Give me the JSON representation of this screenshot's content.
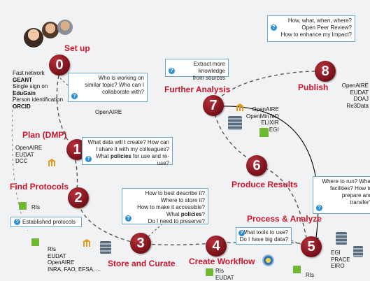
{
  "stages": {
    "s0": {
      "num": "0",
      "title": "Set up"
    },
    "s1": {
      "num": "1",
      "title": "Plan (DMP)"
    },
    "s2": {
      "num": "2",
      "title": "Find Protocols"
    },
    "s3": {
      "num": "3",
      "title": "Store and Curate"
    },
    "s4": {
      "num": "4",
      "title": "Create Workflow"
    },
    "s5": {
      "num": "5",
      "title": "Process & Analyze"
    },
    "s6": {
      "num": "6",
      "title": "Produce Results"
    },
    "s7": {
      "num": "7",
      "title": "Further Analysis"
    },
    "s8": {
      "num": "8",
      "title": "Publish"
    }
  },
  "setup_services": {
    "l1": "Fast network",
    "l2": "GEANT",
    "l3": "Single sign on",
    "l4": "EduGain",
    "l5": "Person identification",
    "l6": "ORCID"
  },
  "questions": {
    "q0": {
      "l1": "Who is working on",
      "l2": "similar topic? Who can I",
      "l3": "collaborate with?"
    },
    "q1": {
      "l1": "What data will I create? How can",
      "l2": "I share it with my colleagues?",
      "l3a": "What ",
      "l3b": "policies",
      "l3c": " for use and re-use?"
    },
    "q2": {
      "l1": "Established protocols"
    },
    "q3": {
      "l1": "How to best describe it?",
      "l2": "Where to store it?",
      "l3": "How to make it accessible?",
      "l4a": "What ",
      "l4b": "policies",
      "l4c": "?",
      "l5": "Do I need to preserve?"
    },
    "q5": {
      "l1": "What tools to use?",
      "l2": "Do I have big data?"
    },
    "q5b": {
      "l1": "Where to run? What",
      "l2": "facilities? How to",
      "l3": "prepare and",
      "l4": "transfer?"
    },
    "q7": {
      "l1": "Extract more knowledge",
      "l2": "from sources"
    },
    "q8": {
      "l1": "How, what, when, where?",
      "l2": "Open Peer Review?",
      "l3": "How to enhance my Impact?"
    }
  },
  "labels": {
    "openaire_s0": "OpenAIRE",
    "plan": {
      "l1": "OpenAIRE",
      "l2": "EUDAT",
      "l3": "DCC"
    },
    "protocols_ris": "RIs",
    "store": {
      "l1": "RIs",
      "l2": "EUDAT",
      "l3": "OpenAIRE",
      "l4": "INRA, FAO, EFSA, ..."
    },
    "workflow": {
      "l1": "RIs",
      "l2": "EUDAT"
    },
    "further": {
      "l1": "OpenAIRE",
      "l2": "OpenMinTeD",
      "l3": "ELIXIR",
      "l4": "EGI"
    },
    "publish": {
      "l1": "OpenAIRE",
      "l2": "EUDAT",
      "l3": "DOAJ",
      "l4": "Re3Data"
    },
    "process": {
      "l1": "EGI",
      "l2": "PRACE",
      "l3": "EIRO"
    },
    "process_ris": "RIs"
  },
  "colors": {
    "stage_title": "#d0142b",
    "node": "#7a121b",
    "box_border": "#6aa9c9",
    "info_icon": "#2f8fd0"
  }
}
